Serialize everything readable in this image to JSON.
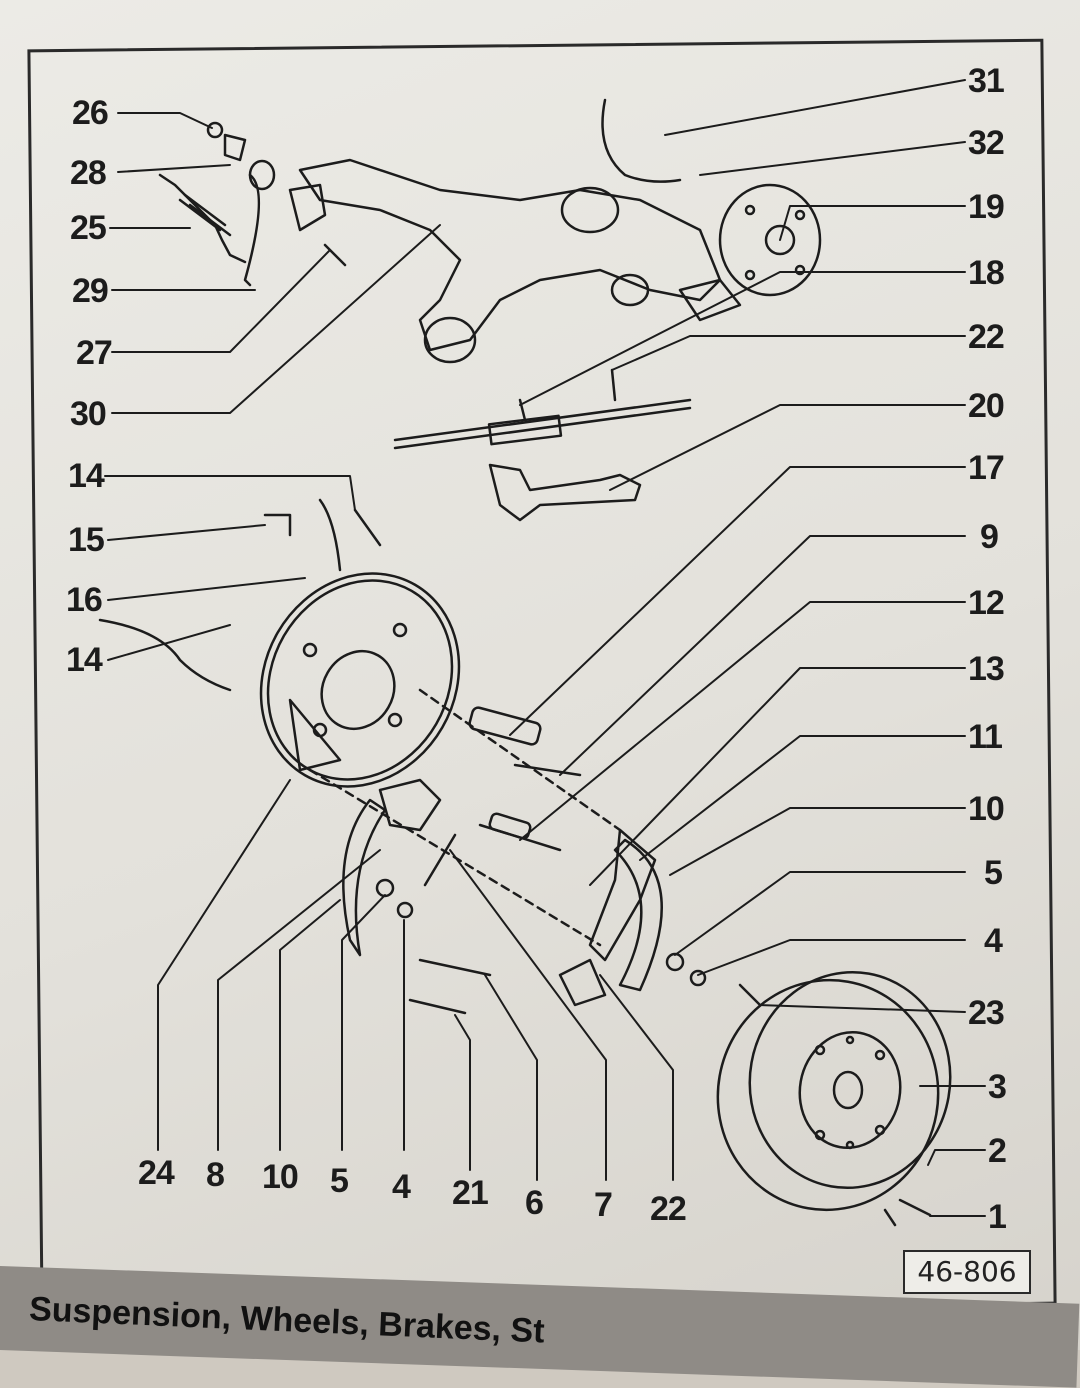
{
  "diagram": {
    "figure_id": "46-806",
    "footer_text": "Suspension, Wheels, Brakes, St"
  },
  "callouts": {
    "left": [
      "26",
      "28",
      "25",
      "29",
      "27",
      "30",
      "14",
      "15",
      "16",
      "14"
    ],
    "right": [
      "31",
      "32",
      "19",
      "18",
      "22",
      "20",
      "17",
      "9",
      "12",
      "13",
      "11",
      "10",
      "5",
      "4",
      "23",
      "3",
      "2",
      "1"
    ],
    "bottom": [
      "24",
      "8",
      "10",
      "5",
      "4",
      "21",
      "6",
      "7",
      "22"
    ]
  },
  "colors": {
    "ink": "#1c1c1c",
    "paper": "#e8e7e2",
    "footer_band": "#8f8b86"
  }
}
